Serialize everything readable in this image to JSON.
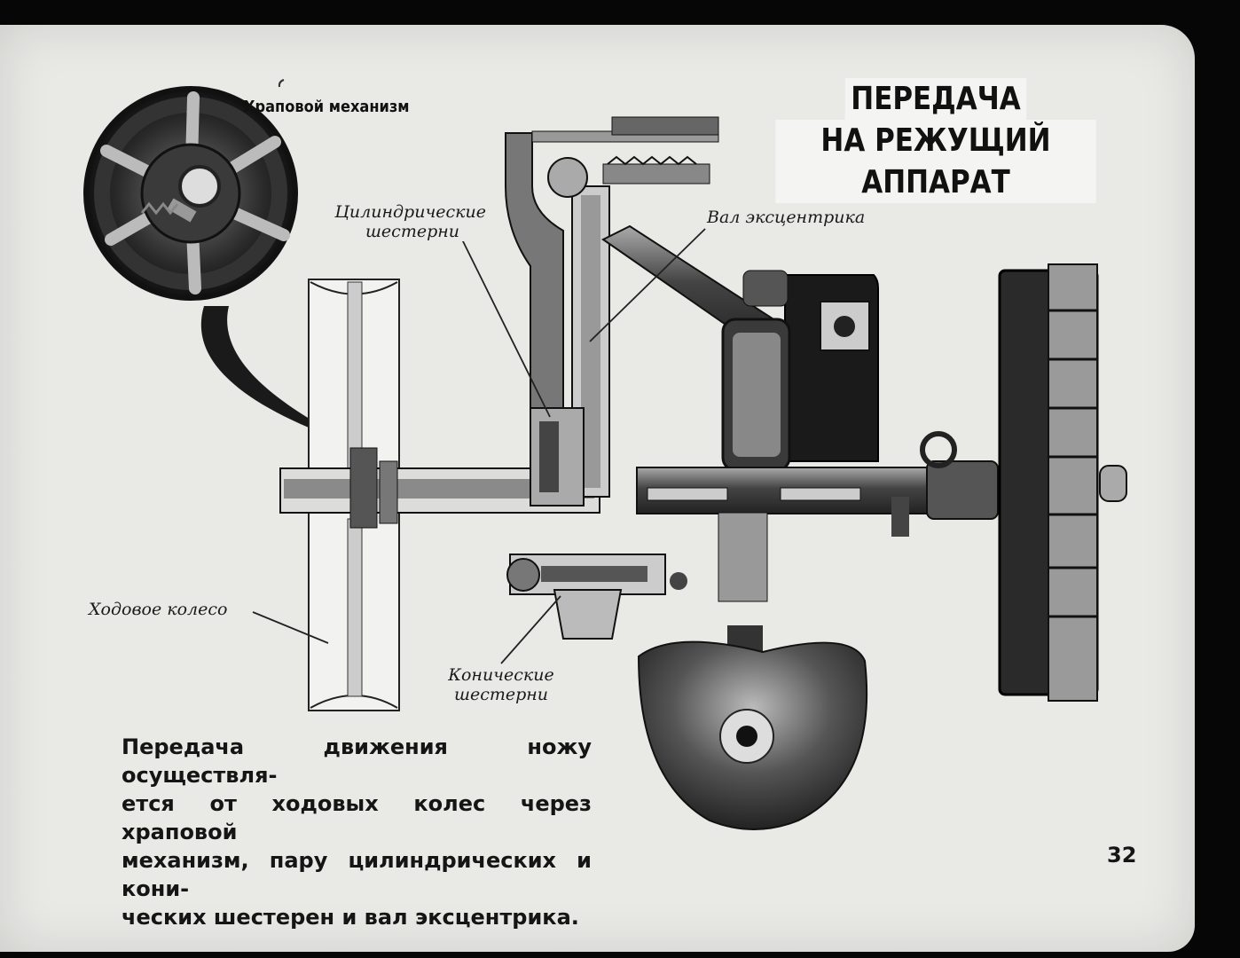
{
  "title": {
    "line1": "ПЕРЕДАЧА",
    "line2": "НА РЕЖУЩИЙ АППАРАТ"
  },
  "labels": {
    "ratchet": "Храповой механизм",
    "spur_gears_line1": "Цилиндрические",
    "spur_gears_line2": "шестерни",
    "eccentric_shaft": "Вал эксцентрика",
    "drive_wheel": "Ходовое колесо",
    "bevel_gears_line1": "Конические",
    "bevel_gears_line2": "шестерни"
  },
  "description": {
    "line1": "Передача движения ножу осуществля-",
    "line2": "ется от ходовых колес через храповой",
    "line3": "механизм, пару цилиндрических и кони-",
    "line4": "ческих шестерен и вал эксцентрика."
  },
  "page_number": "32"
}
